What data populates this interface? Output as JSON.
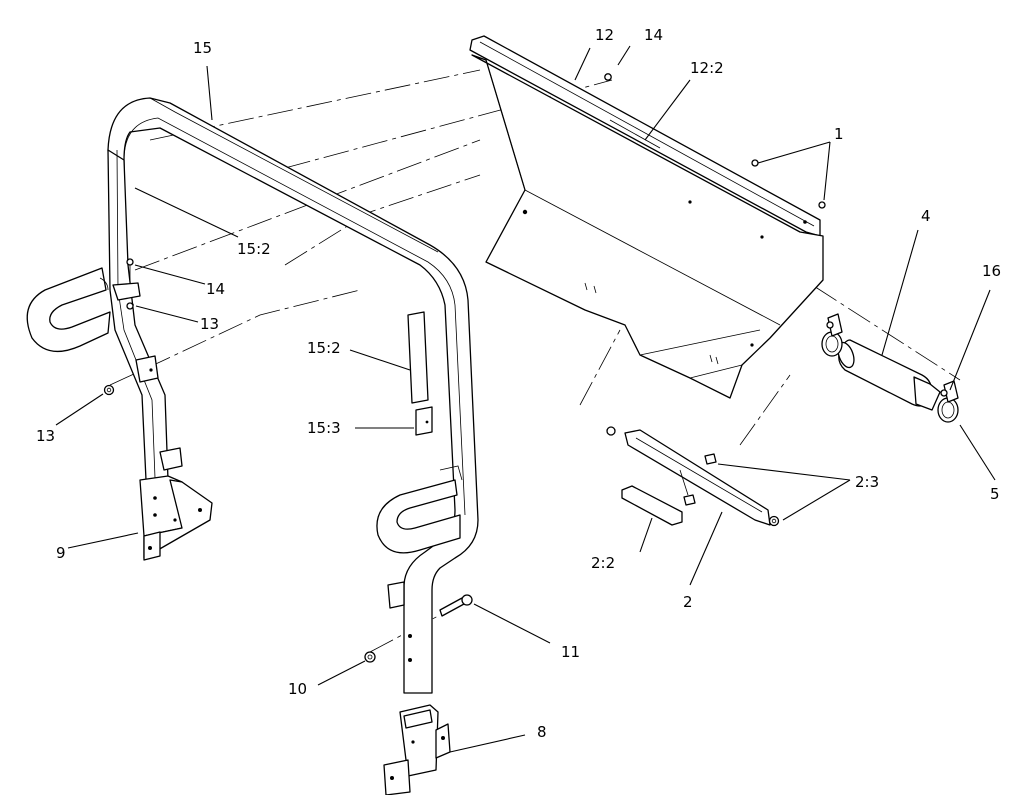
{
  "callouts": {
    "c1": "1",
    "c2": "2",
    "c2_2": "2:2",
    "c2_3": "2:3",
    "c4": "4",
    "c5": "5",
    "c8": "8",
    "c9": "9",
    "c10": "10",
    "c11": "11",
    "c12": "12",
    "c12_2": "12:2",
    "c13a": "13",
    "c13b": "13",
    "c14a": "14",
    "c14b": "14",
    "c15": "15",
    "c15_2a": "15:2",
    "c15_2b": "15:2",
    "c15_3": "15:3",
    "c16": "16"
  }
}
